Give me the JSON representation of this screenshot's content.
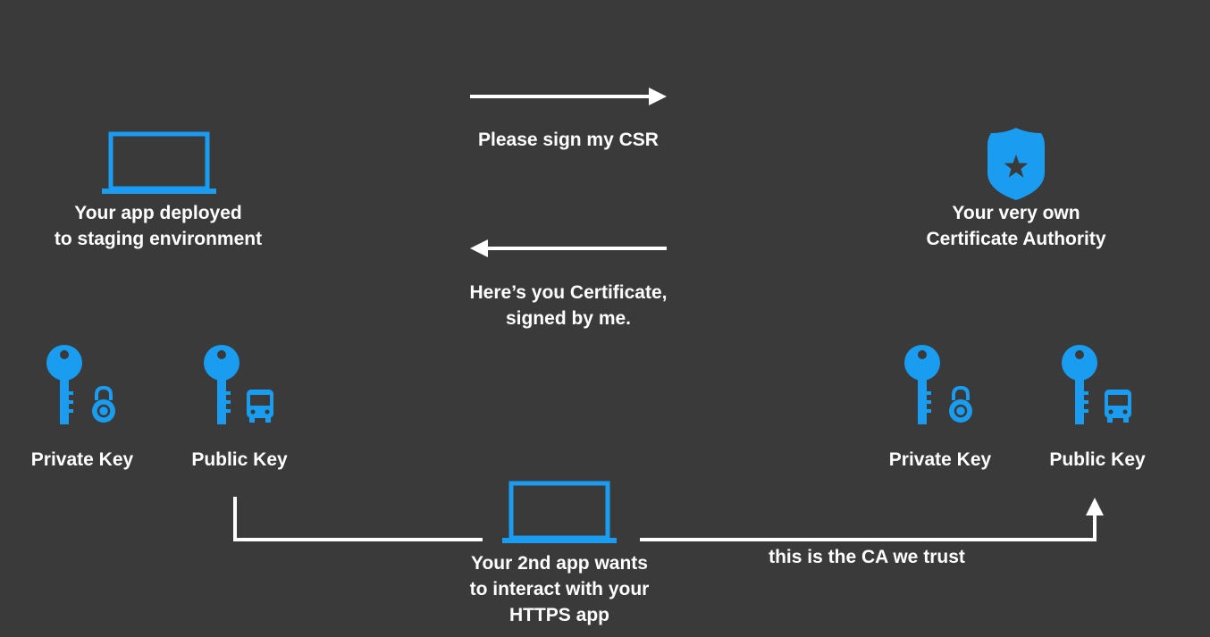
{
  "colors": {
    "background": "#3a3a3a",
    "accent": "#1a9cf0",
    "text": "#ffffff"
  },
  "left_app": {
    "icon": "laptop-icon",
    "line1": "Your app deployed",
    "line2": "to staging environment"
  },
  "ca": {
    "icon": "police-badge-star-icon",
    "line1": "Your very own",
    "line2": "Certificate Authority"
  },
  "request": {
    "label": "Please sign my CSR"
  },
  "response": {
    "line1": "Here’s you Certificate,",
    "line2": "signed by me."
  },
  "left_keys": {
    "private_label": "Private Key",
    "public_label": "Public Key"
  },
  "right_keys": {
    "private_label": "Private Key",
    "public_label": "Public Key"
  },
  "second_app": {
    "icon": "laptop-icon",
    "line1": "Your 2nd app wants",
    "line2": "to interact with your",
    "line3": "HTTPS app"
  },
  "trust": {
    "label": "this is the CA we trust"
  }
}
